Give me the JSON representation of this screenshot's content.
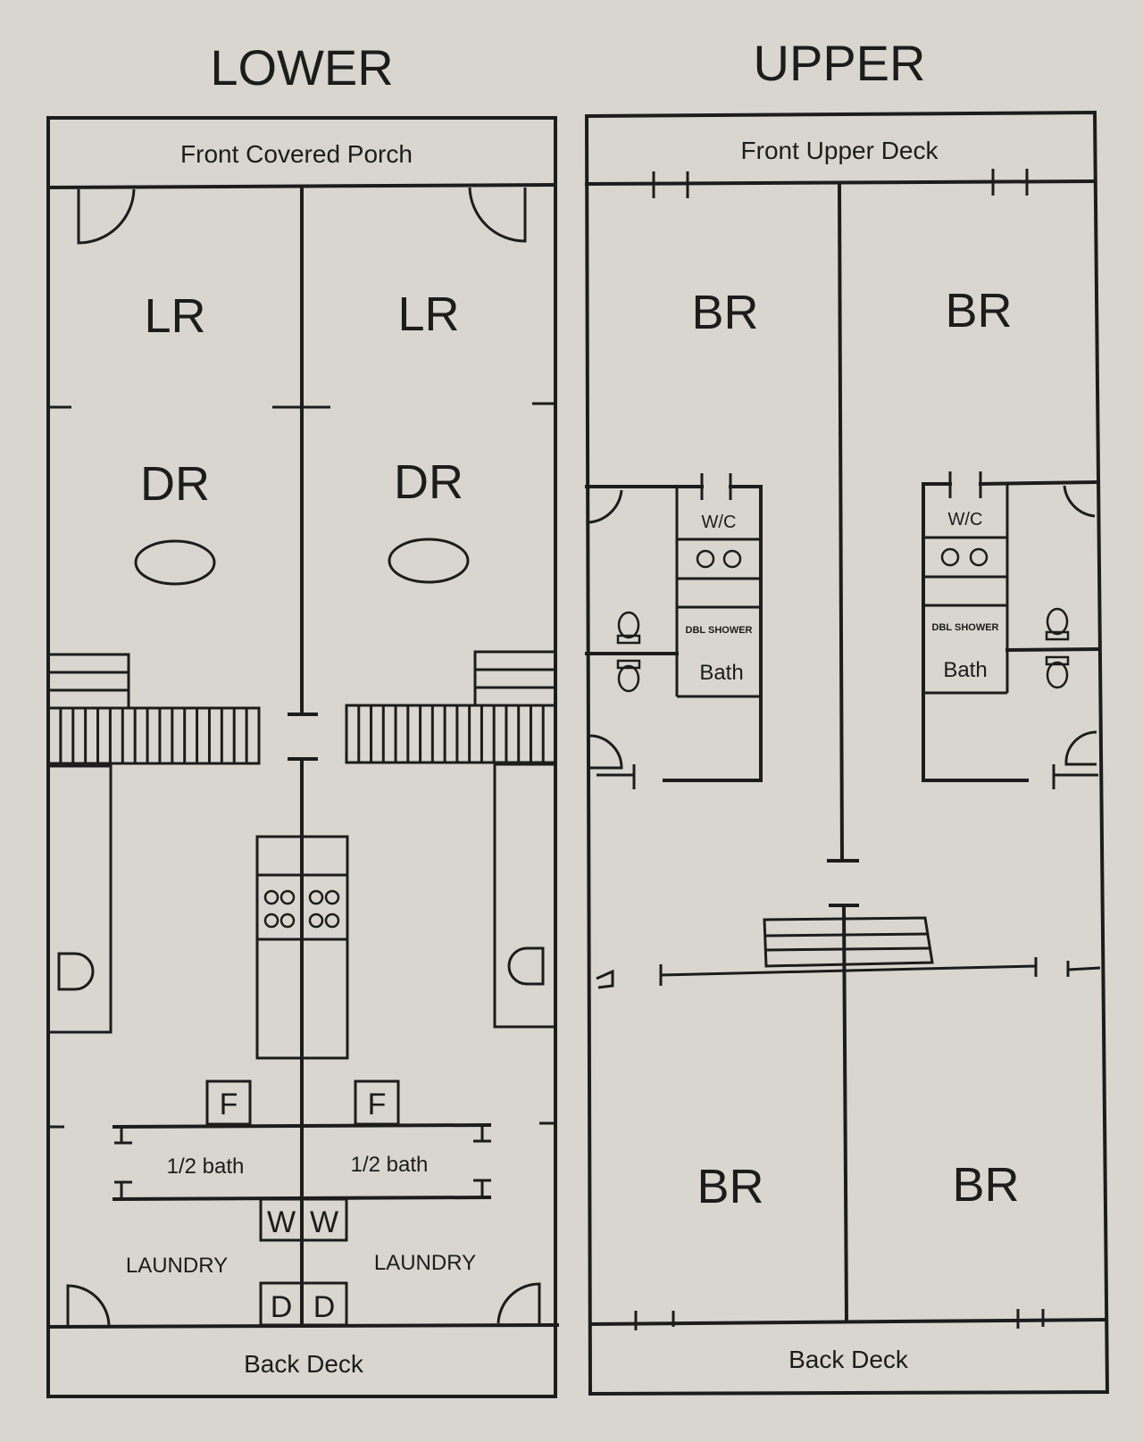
{
  "lower": {
    "title": "LOWER",
    "front": "Front Covered Porch",
    "left_lr": "LR",
    "right_lr": "LR",
    "left_dr": "DR",
    "right_dr": "DR",
    "left_half_bath": "1/2 bath",
    "right_half_bath": "1/2 bath",
    "left_laundry": "LAUNDRY",
    "right_laundry": "LAUNDRY",
    "fridge_left": "F",
    "fridge_right": "F",
    "washer_left": "W",
    "washer_right": "W",
    "dryer_left": "D",
    "dryer_right": "D",
    "back": "Back Deck"
  },
  "upper": {
    "title": "UPPER",
    "front": "Front Upper Deck",
    "br_front_left": "BR",
    "br_front_right": "BR",
    "br_back_left": "BR",
    "br_back_right": "BR",
    "wc_left": "W/C",
    "wc_right": "W/C",
    "shower_left": "DBL SHOWER",
    "shower_right": "DBL SHOWER",
    "bath_left": "Bath",
    "bath_right": "Bath",
    "back": "Back Deck"
  },
  "colors": {
    "ink": "#1c1c1c",
    "paper": "#d9d6cf"
  }
}
